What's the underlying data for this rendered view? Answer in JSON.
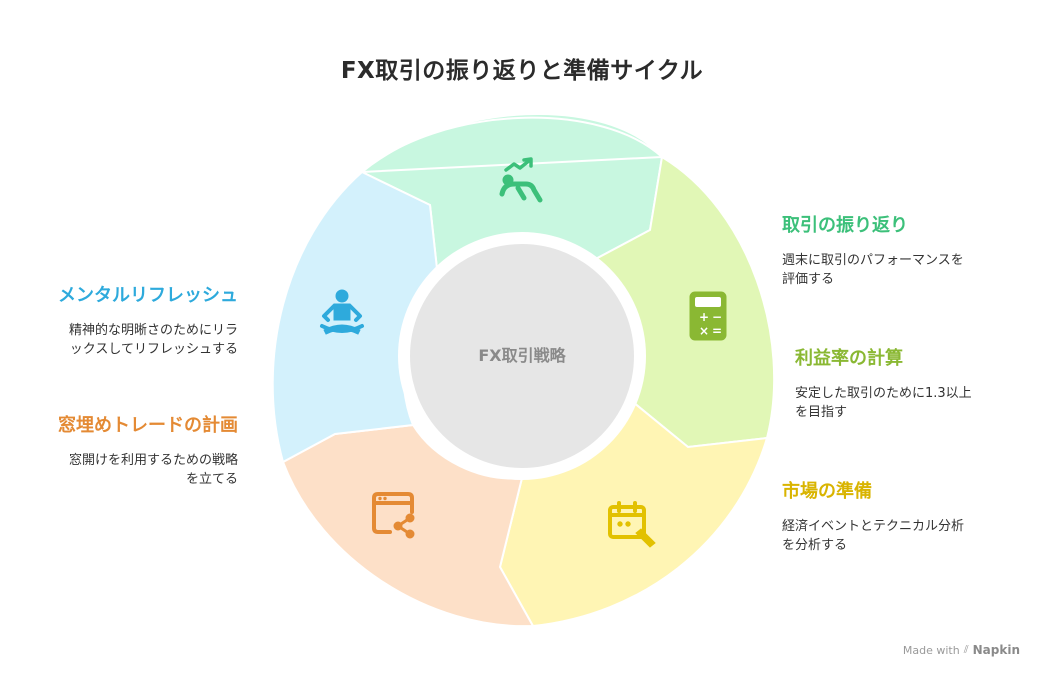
{
  "title": "FX取引の振り返りと準備サイクル",
  "center": {
    "label": "FX取引戦略"
  },
  "segments": [
    {
      "id": "review",
      "color": "#c8f7e0",
      "icon": "trend-person-icon",
      "icon_color": "#3cc07a"
    },
    {
      "id": "profit",
      "color": "#e1f7b6",
      "icon": "calculator-icon",
      "icon_color": "#8ab833"
    },
    {
      "id": "market",
      "color": "#fff5b4",
      "icon": "calendar-edit-icon",
      "icon_color": "#e2c100"
    },
    {
      "id": "plan",
      "color": "#fde0c8",
      "icon": "share-window-icon",
      "icon_color": "#e48a34"
    },
    {
      "id": "refresh",
      "color": "#d3f1fc",
      "icon": "meditation-icon",
      "icon_color": "#2eaadc"
    }
  ],
  "items": {
    "review": {
      "head": "取引の振り返り",
      "desc": [
        "週末に取引のパフォーマンスを",
        "評価する"
      ],
      "color": "#3cc07a"
    },
    "profit": {
      "head": "利益率の計算",
      "desc": [
        "安定した取引のために1.3以上",
        "を目指す"
      ],
      "color": "#8ab833"
    },
    "market": {
      "head": "市場の準備",
      "desc": [
        "経済イベントとテクニカル分析",
        "を分析する"
      ],
      "color": "#d9b400"
    },
    "refresh": {
      "head": "メンタルリフレッシュ",
      "desc": [
        "精神的な明晰さのためにリラ",
        "ックスしてリフレッシュする"
      ],
      "color": "#2eaadc"
    },
    "plan": {
      "head": "窓埋めトレードの計画",
      "desc": [
        "窓開けを利用するための戦略",
        "を立てる"
      ],
      "color": "#e48a34"
    }
  },
  "footer": {
    "made_with": "Made with",
    "brand": "Napkin"
  }
}
